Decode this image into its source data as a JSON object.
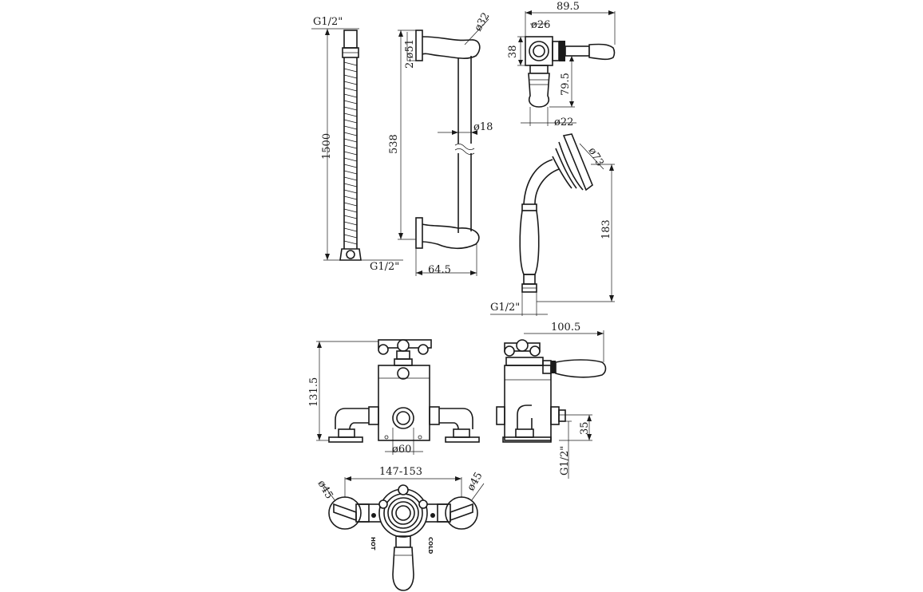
{
  "labels": {
    "hose_thread_top": "G1/2\"",
    "hose_length": "1500",
    "hose_thread_bottom": "G1/2\"",
    "rail_flange_dia": "2-ø51",
    "rail_top_dia": "ø32",
    "rail_length": "538",
    "rail_tube_dia": "ø18",
    "rail_projection": "64.5",
    "bracket_width": "89.5",
    "bracket_dia": "ø26",
    "bracket_height": "38",
    "bracket_lever": "79.5",
    "bracket_base_dia": "ø22",
    "handset_head_dia": "ø73",
    "handset_length": "183",
    "handset_thread": "G1/2\"",
    "valve_height": "131.5",
    "valve_outlet_dia": "ø60",
    "valve_side_width": "100.5",
    "valve_side_offset": "35",
    "valve_side_thread": "G1/2\"",
    "valve_centres": "147-153",
    "valve_left_dia": "ø45",
    "valve_right_dia": "ø45",
    "hot_label": "HOT",
    "cold_label": "COLD"
  }
}
